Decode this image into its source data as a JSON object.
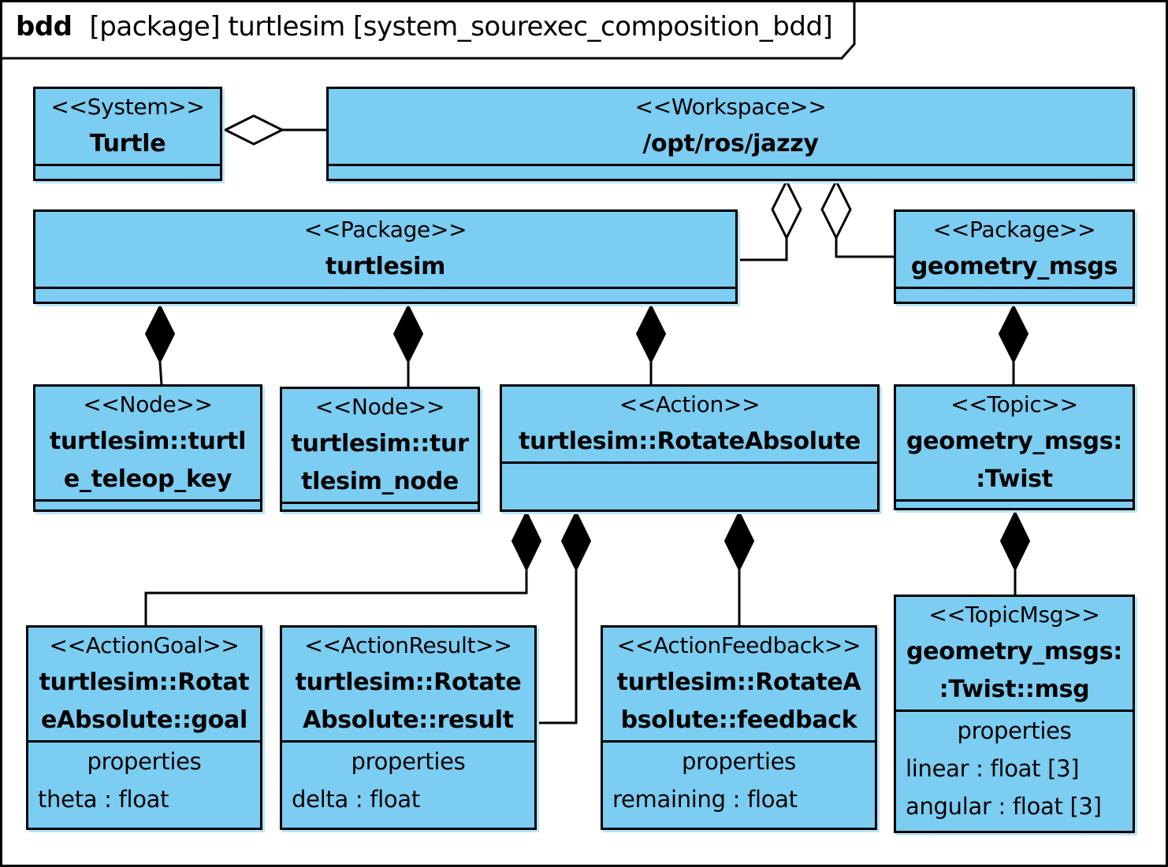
{
  "diagram": {
    "kind": "bdd",
    "title": "[package] turtlesim [system_sourexec_composition_bdd]"
  },
  "blocks": {
    "system": {
      "stereotype": "<<System>>",
      "name": "Turtle"
    },
    "workspace": {
      "stereotype": "<<Workspace>>",
      "name": "/opt/ros/jazzy"
    },
    "pkg_turtlesim": {
      "stereotype": "<<Package>>",
      "name": "turtlesim"
    },
    "pkg_geometry": {
      "stereotype": "<<Package>>",
      "name": "geometry_msgs"
    },
    "node_teleop": {
      "stereotype": "<<Node>>",
      "name_line1": "turtlesim::turtl",
      "name_line2": "e_teleop_key"
    },
    "node_sim": {
      "stereotype": "<<Node>>",
      "name_line1": "turtlesim::tur",
      "name_line2": "tlesim_node"
    },
    "action": {
      "stereotype": "<<Action>>",
      "name": "turtlesim::RotateAbsolute"
    },
    "topic": {
      "stereotype": "<<Topic>>",
      "name_line1": "geometry_msgs:",
      "name_line2": ":Twist"
    },
    "goal": {
      "stereotype": "<<ActionGoal>>",
      "name_line1": "turtlesim::Rotat",
      "name_line2": "eAbsolute::goal",
      "compartment": "properties",
      "properties": [
        "theta : float"
      ]
    },
    "result": {
      "stereotype": "<<ActionResult>>",
      "name_line1": "turtlesim::Rotate",
      "name_line2": "Absolute::result",
      "compartment": "properties",
      "properties": [
        "delta : float"
      ]
    },
    "feedback": {
      "stereotype": "<<ActionFeedback>>",
      "name_line1": "turtlesim::RotateA",
      "name_line2": "bsolute::feedback",
      "compartment": "properties",
      "properties": [
        "remaining : float"
      ]
    },
    "topicmsg": {
      "stereotype": "<<TopicMsg>>",
      "name_line1": "geometry_msgs:",
      "name_line2": ":Twist::msg",
      "compartment": "properties",
      "properties": [
        "linear : float [3]",
        "angular : float [3]"
      ]
    }
  },
  "relations": [
    {
      "kind": "aggregation",
      "whole": "system",
      "part": "workspace"
    },
    {
      "kind": "aggregation",
      "whole": "workspace",
      "part": "pkg_turtlesim"
    },
    {
      "kind": "aggregation",
      "whole": "workspace",
      "part": "pkg_geometry"
    },
    {
      "kind": "composition",
      "whole": "pkg_turtlesim",
      "part": "node_teleop"
    },
    {
      "kind": "composition",
      "whole": "pkg_turtlesim",
      "part": "node_sim"
    },
    {
      "kind": "composition",
      "whole": "pkg_turtlesim",
      "part": "action"
    },
    {
      "kind": "composition",
      "whole": "pkg_geometry",
      "part": "topic"
    },
    {
      "kind": "composition",
      "whole": "action",
      "part": "goal"
    },
    {
      "kind": "composition",
      "whole": "action",
      "part": "result"
    },
    {
      "kind": "composition",
      "whole": "action",
      "part": "feedback"
    },
    {
      "kind": "composition",
      "whole": "topic",
      "part": "topicmsg"
    }
  ],
  "colors": {
    "block_fill": "#7bcdf2",
    "line": "#000000"
  }
}
